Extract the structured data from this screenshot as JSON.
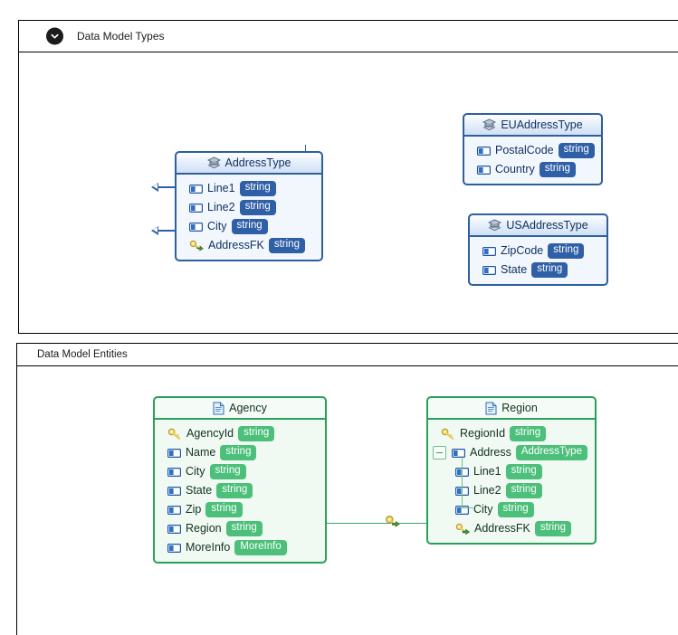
{
  "panels": [
    {
      "id": "types",
      "title": "Data Model Types",
      "collapse_icon": "chevron-down-icon",
      "collapsed": false
    },
    {
      "id": "entities",
      "title": "Data Model Entities",
      "collapsed": false
    }
  ],
  "colors": {
    "type_border": "#2e5f9e",
    "type_badge": "#2f5fa6",
    "type_body": "#f2f7fd",
    "entity_border": "#28a05a",
    "entity_badge": "#4cc07a",
    "entity_body": "#f0faf2",
    "connector_blue": "#2f5fa6",
    "connector_green": "#3aa863",
    "panel_border": "#000000",
    "canvas": "#ffffff"
  },
  "types_diagram": {
    "shapes": [
      {
        "name": "AddressType",
        "icon": "type-stack-icon",
        "theme": "blue",
        "attributes": [
          {
            "icon": "attribute-icon",
            "name": "Line1",
            "type": "string"
          },
          {
            "icon": "attribute-icon",
            "name": "Line2",
            "type": "string"
          },
          {
            "icon": "attribute-icon",
            "name": "City",
            "type": "string"
          },
          {
            "icon": "foreign-key-icon",
            "name": "AddressFK",
            "type": "string"
          }
        ]
      },
      {
        "name": "EUAddressType",
        "icon": "type-stack-icon",
        "theme": "blue",
        "attributes": [
          {
            "icon": "attribute-icon",
            "name": "PostalCode",
            "type": "string"
          },
          {
            "icon": "attribute-icon",
            "name": "Country",
            "type": "string"
          }
        ]
      },
      {
        "name": "USAddressType",
        "icon": "type-stack-icon",
        "theme": "blue",
        "attributes": [
          {
            "icon": "attribute-icon",
            "name": "ZipCode",
            "type": "string"
          },
          {
            "icon": "attribute-icon",
            "name": "State",
            "type": "string"
          }
        ]
      }
    ],
    "connectors": [
      {
        "from": "EUAddressType",
        "to": "AddressType",
        "arrow": "hollow-triangle",
        "kind": "inheritance"
      },
      {
        "from": "USAddressType",
        "to": "AddressType",
        "arrow": "hollow-triangle",
        "kind": "inheritance"
      }
    ]
  },
  "entities_diagram": {
    "shapes": [
      {
        "name": "Agency",
        "icon": "entity-document-icon",
        "theme": "green",
        "attributes": [
          {
            "icon": "primary-key-icon",
            "name": "AgencyId",
            "type": "string",
            "indent": 0
          },
          {
            "icon": "attribute-icon",
            "name": "Name",
            "type": "string",
            "indent": 0
          },
          {
            "icon": "attribute-icon",
            "name": "City",
            "type": "string",
            "indent": 0
          },
          {
            "icon": "attribute-icon",
            "name": "State",
            "type": "string",
            "indent": 0
          },
          {
            "icon": "attribute-icon",
            "name": "Zip",
            "type": "string",
            "indent": 0
          },
          {
            "icon": "attribute-icon",
            "name": "Region",
            "type": "string",
            "indent": 0
          },
          {
            "icon": "attribute-icon",
            "name": "MoreInfo",
            "type": "MoreInfo",
            "indent": 0
          }
        ]
      },
      {
        "name": "Region",
        "icon": "entity-document-icon",
        "theme": "green",
        "attributes": [
          {
            "icon": "primary-key-icon",
            "name": "RegionId",
            "type": "string",
            "indent": 0
          },
          {
            "icon": "attribute-icon",
            "name": "Address",
            "type": "AddressType",
            "indent": 0,
            "toggle": "minus"
          },
          {
            "icon": "attribute-icon",
            "name": "Line1",
            "type": "string",
            "indent": 1
          },
          {
            "icon": "attribute-icon",
            "name": "Line2",
            "type": "string",
            "indent": 1
          },
          {
            "icon": "attribute-icon",
            "name": "City",
            "type": "string",
            "indent": 1
          },
          {
            "icon": "foreign-key-icon",
            "name": "AddressFK",
            "type": "string",
            "indent": 1
          }
        ]
      }
    ],
    "connectors": [
      {
        "from": "Region",
        "to": "Agency",
        "arrow": "solid-triangle",
        "kind": "foreign-key",
        "marker_icon": "foreign-key-icon"
      }
    ]
  }
}
